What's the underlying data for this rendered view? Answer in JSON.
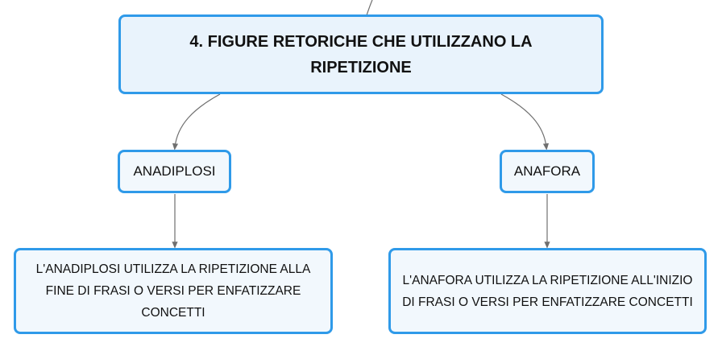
{
  "title": "4. FIGURE RETORICHE CHE UTILIZZANO LA RIPETIZIONE",
  "branches": [
    {
      "label": "ANADIPLOSI",
      "description": "L'ANADIPLOSI UTILIZZA LA RIPETIZIONE ALLA FINE DI FRASI O VERSI PER ENFATIZZARE CONCETTI"
    },
    {
      "label": "ANAFORA",
      "description": "L'ANAFORA UTILIZZA LA RIPETIZIONE ALL'INIZIO DI FRASI O VERSI PER ENFATIZZARE CONCETTI"
    }
  ],
  "colors": {
    "border": "#2f9ae9",
    "node_fill": "#f2f8fd",
    "connector": "#6f6f6f"
  }
}
